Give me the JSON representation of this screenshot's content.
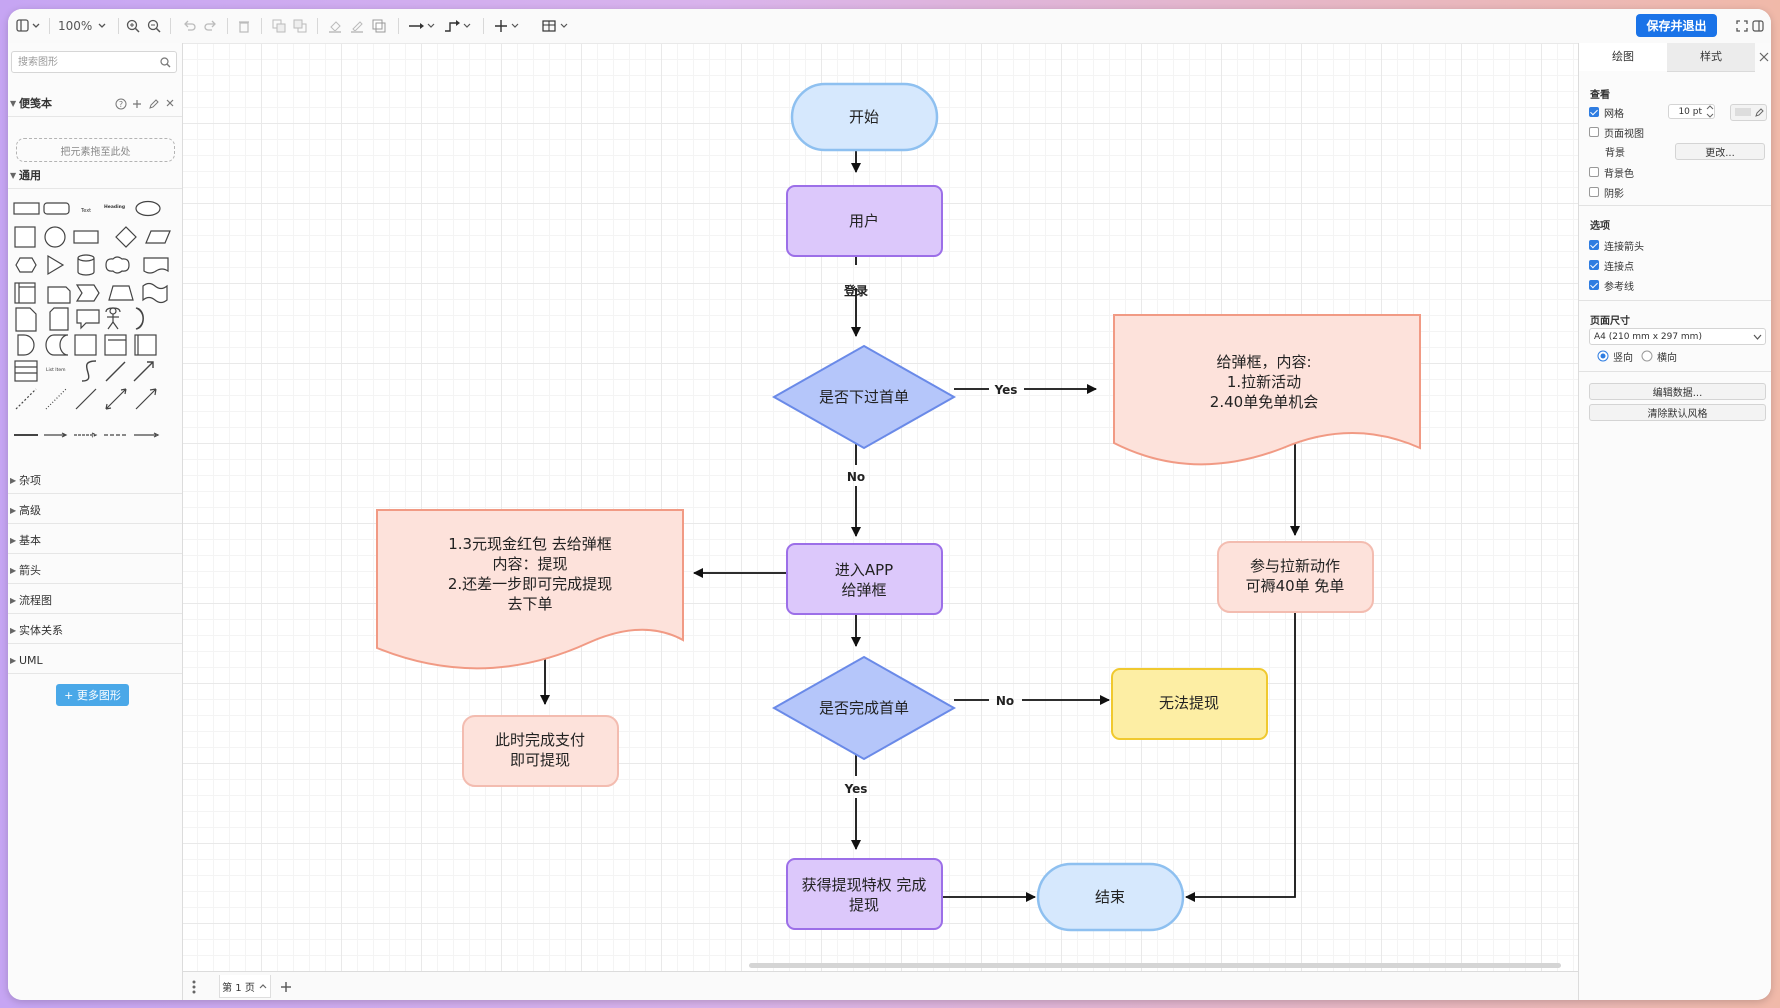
{
  "toolbar": {
    "zoom": "100%",
    "save_label": "保存并退出"
  },
  "sidebar": {
    "search_placeholder": "搜索图形",
    "scratchpad_title": "便笺本",
    "drop_hint": "把元素拖至此处",
    "general_title": "通用",
    "sections": [
      "杂项",
      "高级",
      "基本",
      "箭头",
      "流程图",
      "实体关系",
      "UML"
    ],
    "shape_labels": {
      "text": "Text",
      "heading": "Heading",
      "list_item": "List Item"
    },
    "more_shapes_label": "+ 更多图形"
  },
  "diagram": {
    "nodes": {
      "start": "开始",
      "user": "用户",
      "first_order_q": "是否下过首单",
      "popup_top_l1": "给弹框，内容:",
      "popup_top_l2": "1.拉新活动",
      "popup_top_l3": "2.40单免单机会",
      "enter_app_l1": "进入APP",
      "enter_app_l2": "给弹框",
      "popup_left_l1": "1.3元现金红包 去给弹框",
      "popup_left_l2": "内容：提现",
      "popup_left_l3": "2.还差一步即可完成提现",
      "popup_left_l4": "去下单",
      "pay_l1": "此时完成支付",
      "pay_l2": "即可提现",
      "invite_l1": "参与拉新动作",
      "invite_l2": "可褥40单 免单",
      "complete_q": "是否完成首单",
      "no_withdraw": "无法提现",
      "get_priv_l1": "获得提现特权 完成",
      "get_priv_l2": "提现",
      "end": "结束"
    },
    "edges": {
      "login": "登录",
      "yes1": "Yes",
      "no1": "No",
      "no2": "No",
      "yes2": "Yes"
    },
    "colors": {
      "terminal_fill": "#d6e8fd",
      "terminal_stroke": "#8ec0f0",
      "process_fill": "#dcc8fb",
      "process_stroke": "#9c6fe8",
      "decision_fill": "#b5c6fa",
      "decision_stroke": "#6a8ae8",
      "doc_fill": "#fde2db",
      "doc_stroke": "#f19a84",
      "pink_fill": "#fde2db",
      "pink_stroke": "#f3bcb0",
      "yellow_fill": "#fdeea4",
      "yellow_stroke": "#f0c92f"
    }
  },
  "bottom": {
    "page_tab": "第 1 页"
  },
  "format_panel": {
    "tabs": [
      "绘图",
      "样式"
    ],
    "view_title": "查看",
    "grid_label": "网格",
    "grid_size": "10 pt",
    "page_view_label": "页面视图",
    "background_label": "背景",
    "change_label": "更改...",
    "bg_color_label": "背景色",
    "shadow_label": "阴影",
    "options_title": "选项",
    "connect_arrows_label": "连接箭头",
    "connect_points_label": "连接点",
    "guides_label": "参考线",
    "page_size_title": "页面尺寸",
    "page_size_value": "A4 (210 mm x 297 mm)",
    "portrait_label": "竖向",
    "landscape_label": "横向",
    "edit_data_label": "编辑数据...",
    "clear_style_label": "清除默认风格"
  }
}
